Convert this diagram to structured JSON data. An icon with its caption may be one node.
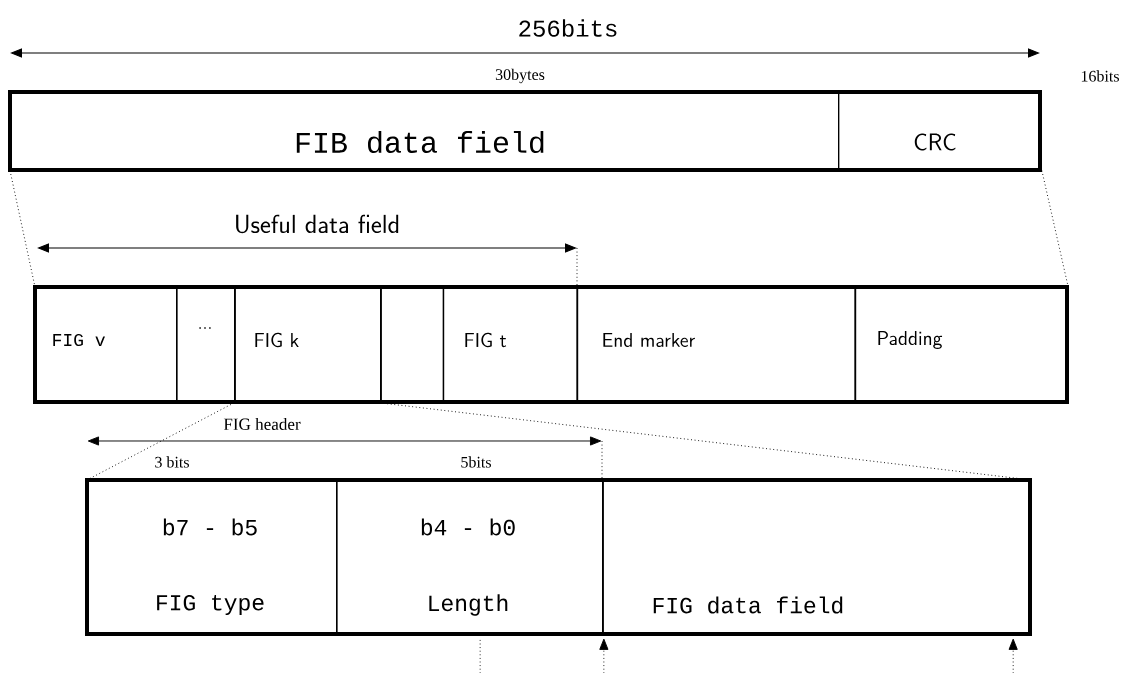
{
  "diagram": {
    "nodes": [
      {
        "text": [
          "FIB data field"
        ]
      },
      {
        "text": [
          "CRC"
        ]
      },
      {
        "text": [
          "FIG v"
        ]
      },
      {
        "text": [
          "..."
        ]
      },
      {
        "text": [
          "FIG k"
        ]
      },
      {
        "text": [],
        "shape": "box"
      },
      {
        "text": [
          "FIG t"
        ]
      },
      {
        "text": [
          "End marker"
        ]
      },
      {
        "text": [
          "Padding"
        ]
      },
      {
        "text": [
          "b7 - b5",
          "FIG type"
        ]
      },
      {
        "text": [
          "b4 - b0",
          "Length"
        ]
      },
      {
        "text": [
          "FIG data field"
        ]
      }
    ],
    "edges": [
      {
        "from": 0,
        "to": 2,
        "arrow": "none",
        "style": "dashed"
      },
      {
        "from": 1,
        "to": 8,
        "arrow": "none",
        "style": "dashed"
      },
      {
        "from": 4,
        "to": 9,
        "arrow": "none",
        "style": "dashed"
      },
      {
        "from": 5,
        "to": 11,
        "arrow": "none",
        "style": "dashed"
      },
      {
        "from": null,
        "to": 10,
        "arrow": "none",
        "style": "dashed"
      },
      {
        "from": null,
        "to": 10,
        "arrow": "to",
        "style": "dashed"
      },
      {
        "from": null,
        "to": 11,
        "arrow": "to",
        "style": "dashed"
      }
    ],
    "labels": [
      "256bits",
      "30bytes",
      "16bits",
      "Useful data field",
      "FIG header",
      "3 bits",
      "5bits"
    ]
  }
}
